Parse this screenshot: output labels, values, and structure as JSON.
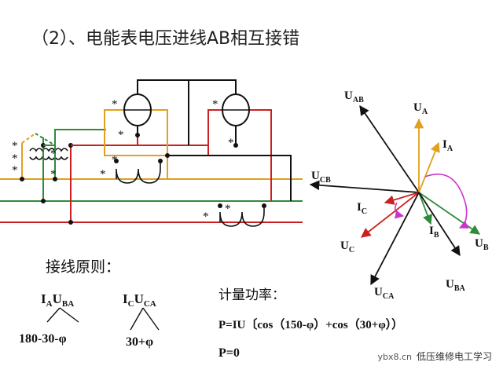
{
  "title": "（2）、电能表电压进线AB相互接错",
  "wiring_principle": "接线原则：",
  "pair1": {
    "i": "I",
    "i_sub": "A",
    "u": "U",
    "u_sub": "BA",
    "angle": "180-30-φ"
  },
  "pair2": {
    "i": "I",
    "i_sub": "C",
    "u": "U",
    "u_sub": "CA",
    "angle": "30+φ"
  },
  "power_heading": "计量功率：",
  "formula": "P=IU〔cos（150-φ）+cos（30+φ））",
  "result": "P=0",
  "star": "*",
  "phasors": [
    {
      "id": "uab",
      "main": "U",
      "sub": "AB"
    },
    {
      "id": "ua",
      "main": "U",
      "sub": "A"
    },
    {
      "id": "ia",
      "main": "I",
      "sub": "A"
    },
    {
      "id": "ucb",
      "main": "U",
      "sub": "CB"
    },
    {
      "id": "ic",
      "main": "I",
      "sub": "C"
    },
    {
      "id": "uc",
      "main": "U",
      "sub": "C"
    },
    {
      "id": "ib",
      "main": "I",
      "sub": "B"
    },
    {
      "id": "ub",
      "main": "U",
      "sub": "B"
    },
    {
      "id": "uca",
      "main": "U",
      "sub": "CA"
    },
    {
      "id": "uba",
      "main": "U",
      "sub": "BA"
    }
  ],
  "watermark": {
    "badge": "ybx8.cn",
    "text": "低压维修电工学习"
  },
  "colors": {
    "phase_a": "#e0a020",
    "phase_b": "#2e8b3a",
    "phase_c": "#cc2020",
    "wire": "#111111",
    "arc": "#cc33cc"
  }
}
